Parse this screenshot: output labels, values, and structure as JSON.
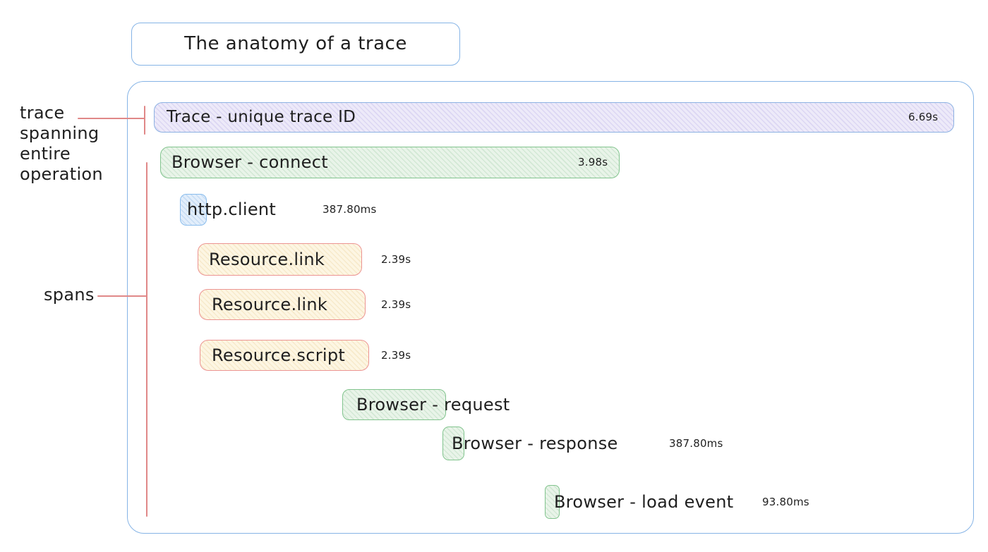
{
  "title": "The anatomy of a trace",
  "annotations": {
    "trace": "trace\nspanning\nentire\noperation",
    "spans": "spans"
  },
  "trace": {
    "label": "Trace - unique trace ID",
    "duration": "6.69s"
  },
  "spans": [
    {
      "label": "Browser - connect",
      "duration": "3.98s"
    },
    {
      "label": "http.client",
      "duration": "387.80ms"
    },
    {
      "label": "Resource.link",
      "duration": "2.39s"
    },
    {
      "label": "Resource.link",
      "duration": "2.39s"
    },
    {
      "label": "Resource.script",
      "duration": "2.39s"
    },
    {
      "label": "Browser - request"
    },
    {
      "label": "Browser - response",
      "duration": "387.80ms"
    },
    {
      "label": "Browser - load event",
      "duration": "93.80ms"
    }
  ],
  "palette": {
    "container_border": "#86b4e6",
    "trace_fill": "#edeaf9",
    "trace_border": "#8cb1e2",
    "green_fill": "#e9f4e9",
    "green_border": "#82c48e",
    "blue_fill": "#e2eefb",
    "blue_border": "#8abded",
    "yellow_fill": "#fdf6e3",
    "yellow_border": "#ec9492",
    "annotation_line": "#e08888",
    "text": "#1f1f1f",
    "duration_text": "#222222"
  }
}
